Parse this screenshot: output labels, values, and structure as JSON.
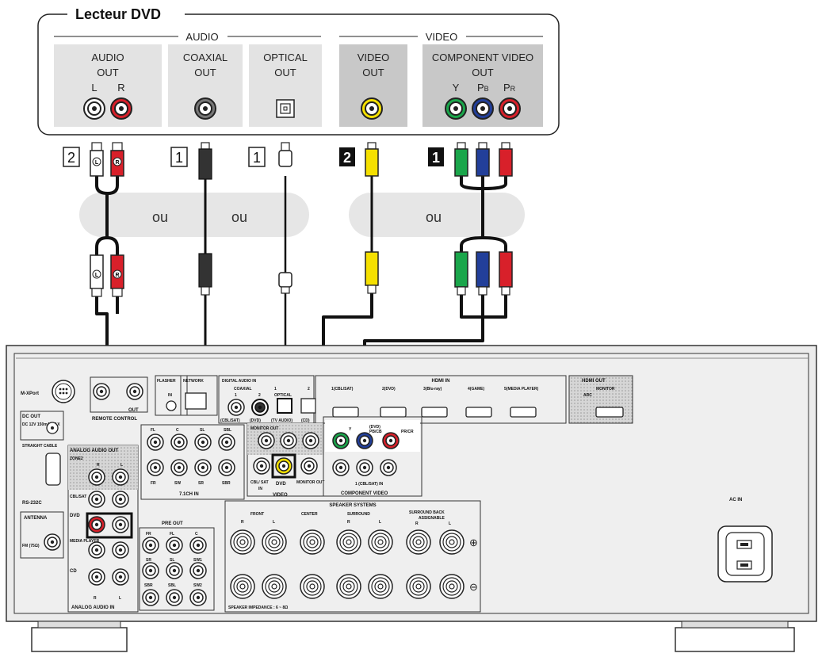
{
  "device": {
    "title": "Lecteur DVD",
    "group_audio": "AUDIO",
    "group_video": "VIDEO",
    "audio_out": {
      "line1": "AUDIO",
      "line2": "OUT",
      "left": "L",
      "right": "R"
    },
    "coaxial_out": {
      "line1": "COAXIAL",
      "line2": "OUT"
    },
    "optical_out": {
      "line1": "OPTICAL",
      "line2": "OUT"
    },
    "video_out": {
      "line1": "VIDEO",
      "line2": "OUT"
    },
    "component_out": {
      "line1": "COMPONENT VIDEO",
      "line2": "OUT",
      "y": "Y",
      "pb_main": "P",
      "pb_sub": "B",
      "pr_main": "P",
      "pr_sub": "R"
    }
  },
  "badges": {
    "analog_audio": "2",
    "coaxial": "1",
    "optical": "1",
    "composite_video": "2",
    "component_video": "1"
  },
  "or_word": "ou",
  "plug_marks": {
    "left": "L",
    "right": "R"
  },
  "receiver": {
    "mxport": "M-XPort",
    "remote_out": "OUT",
    "remote_control": "REMOTE CONTROL",
    "flasher": "FLASHER",
    "flasher_in": "IN",
    "network": "NETWORK",
    "digital_audio_in": "DIGITAL AUDIO IN",
    "coaxial": "COAXIAL",
    "optical": "OPTICAL",
    "dai_1": "1",
    "dai_2": "2",
    "dai_cbl": "(CBL/SAT)",
    "dai_dvd": "(DVD)",
    "dai_tvaudio": "(TV AUDIO)",
    "dai_cd": "(CD)",
    "hdmi_in": "HDMI IN",
    "hdmi_ports": [
      "1(CBL/SAT)",
      "2(DVD)",
      "3(Blu-ray)",
      "4(GAME)",
      "5(MEDIA PLAYER)"
    ],
    "hdmi_out": "HDMI OUT",
    "hdmi_monitor": "MONITOR",
    "hdmi_arc": "ARC",
    "dc_out": "DC OUT",
    "dc_spec": "DC 12V 150mA MAX",
    "straight_cable": "STRAIGHT CABLE",
    "rs232c": "RS-232C",
    "ch71_in": "7.1CH IN",
    "ch71_top": [
      "FL",
      "C",
      "SL",
      "SBL"
    ],
    "ch71_bottom": [
      "FR",
      "SW",
      "SR",
      "SBR"
    ],
    "analog_audio_out": "ANALOG AUDIO OUT",
    "zone2": "ZONE2",
    "zone2_r": "R",
    "zone2_l": "L",
    "cbl_sat": "CBL/SAT",
    "dvd": "DVD",
    "media_player": "MEDIA PLAYER",
    "cd": "CD",
    "aai_r": "R",
    "aai_l": "L",
    "analog_audio_in": "ANALOG AUDIO IN",
    "antenna": "ANTENNA",
    "fm": "FM (75Ω)",
    "monitor_out": "MONITOR OUT",
    "cv_y": "Y",
    "cv_dvd": "(DVD)",
    "cv_pb": "PB/CB",
    "cv_pr": "PR/CR",
    "cv_cbl": "1 (CBL/SAT) IN",
    "component_video": "COMPONENT VIDEO",
    "video": "VIDEO",
    "video_cbl": "CBL/ SAT",
    "video_in": "IN",
    "video_dvd": "DVD",
    "video_monitor": "MONITOR OUT",
    "pre_out": "PRE OUT",
    "pre_top": [
      "FR",
      "FL",
      "C"
    ],
    "pre_mid": [
      "SR",
      "SL",
      "SW1"
    ],
    "pre_bot": [
      "SBR",
      "SBL",
      "SW2"
    ],
    "speaker_systems": "SPEAKER SYSTEMS",
    "spk_front": "FRONT",
    "spk_center": "CENTER",
    "spk_surround": "SURROUND",
    "spk_sb": "SURROUND BACK",
    "spk_assignable": "ASSIGNABLE",
    "spk_r": "R",
    "spk_l": "L",
    "spk_plus": "⊕",
    "spk_minus": "⊖",
    "spk_impedance": "SPEAKER IMPEDANCE : 6 ~ 8Ω",
    "ac_in": "AC IN"
  },
  "colors": {
    "audio_red": "#d8202a",
    "video_yellow": "#f5e000",
    "comp_green": "#1aa64b",
    "comp_blue": "#223f9a",
    "comp_red": "#d8202a",
    "panel_gray": "#e0e0e0",
    "chassis": "#ececec",
    "or_bubble": "#e6e6e6"
  }
}
